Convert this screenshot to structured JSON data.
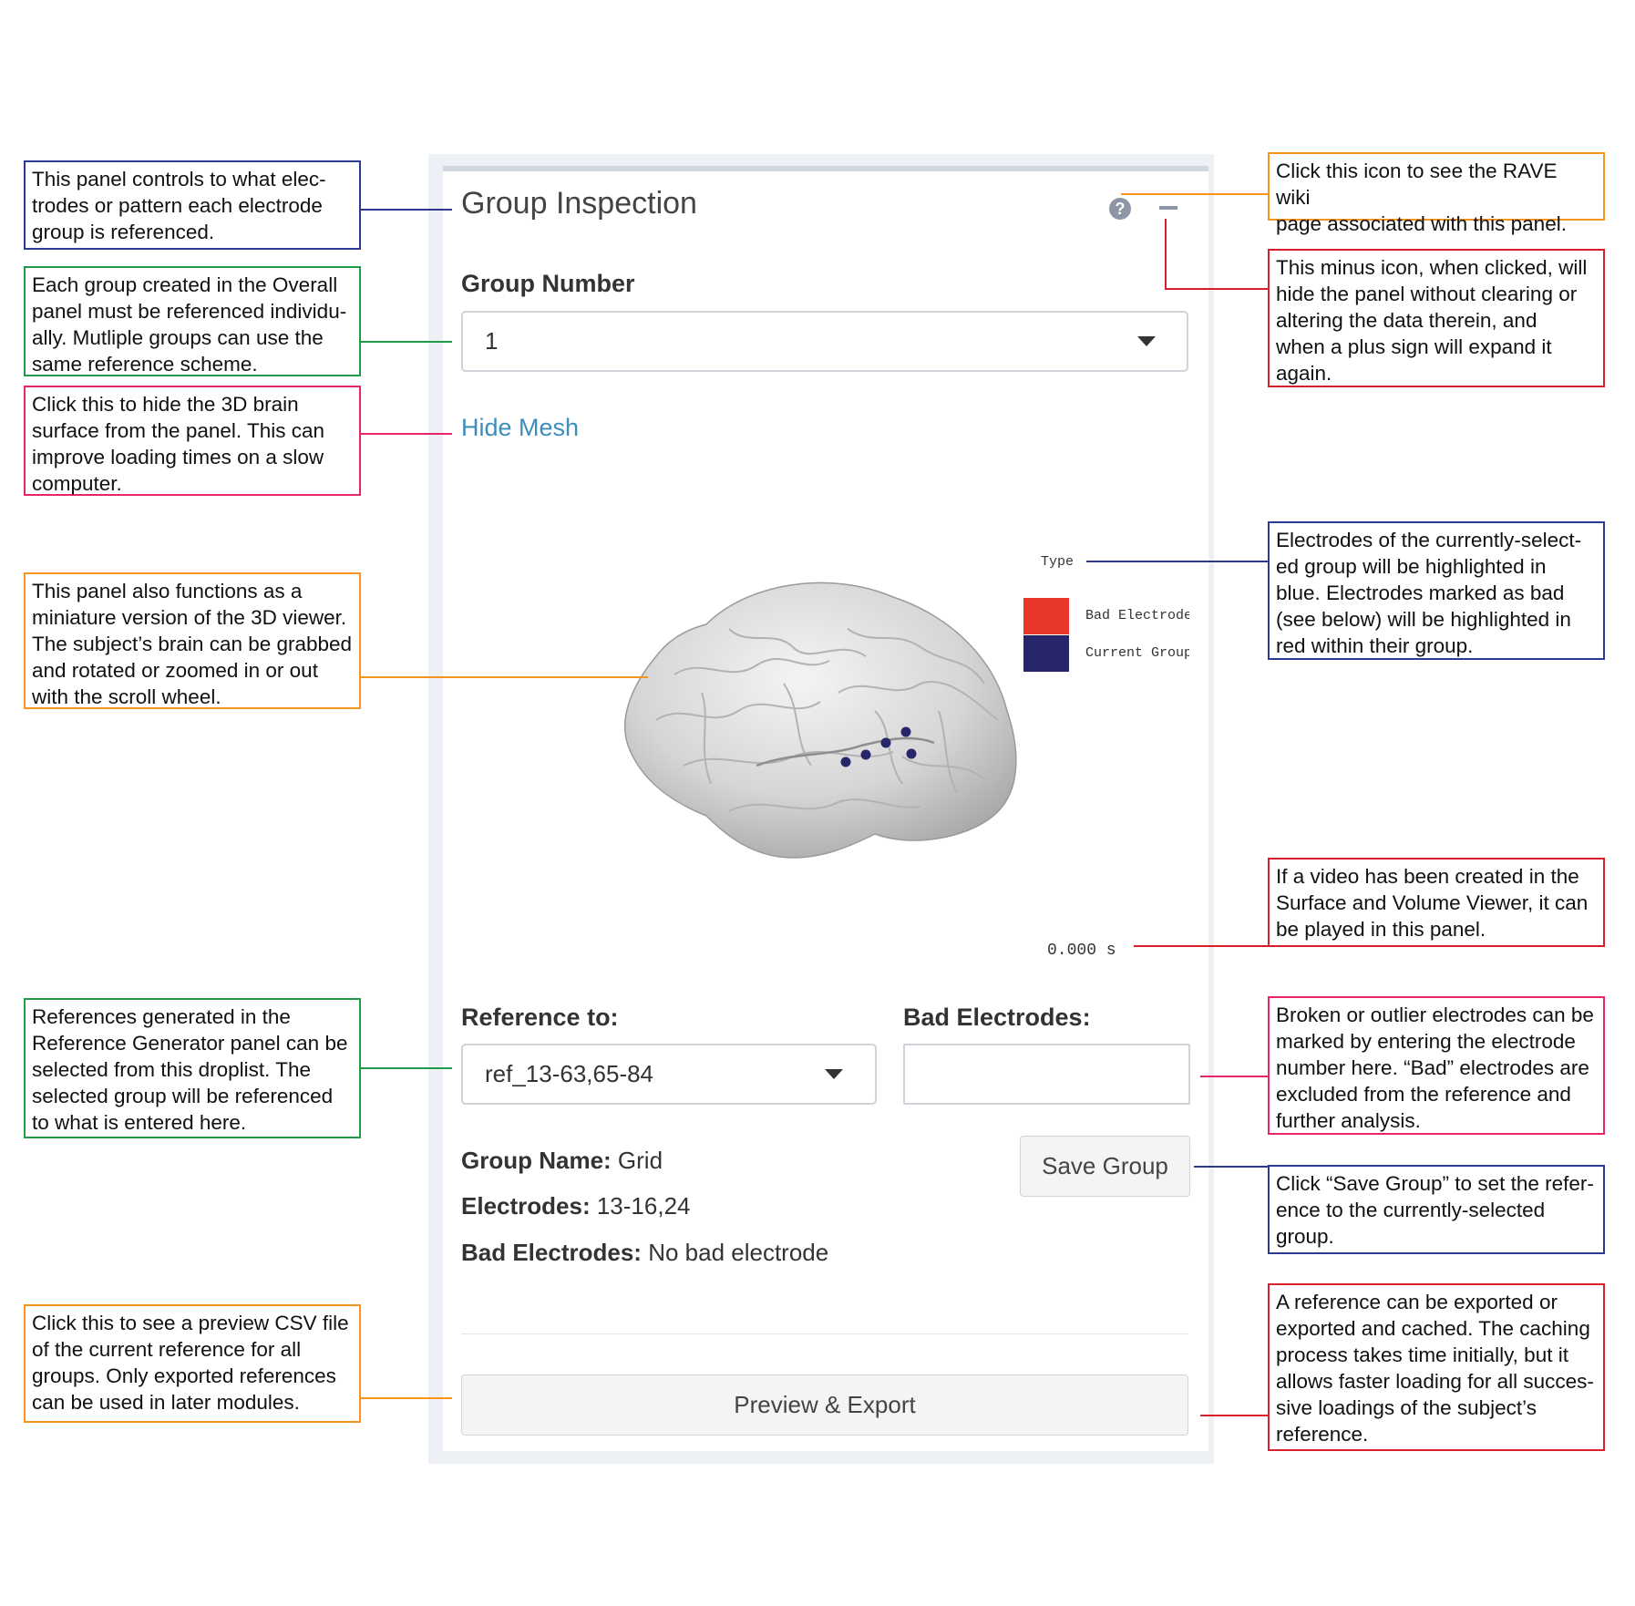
{
  "panel": {
    "title": "Group Inspection",
    "group_number_label": "Group Number",
    "group_number_value": "1",
    "hide_mesh_label": "Hide Mesh",
    "legend": {
      "title": "Type",
      "items": [
        {
          "label": "Bad Electrode",
          "color": "#e8362b"
        },
        {
          "label": "Current Group",
          "color": "#27266b"
        }
      ]
    },
    "time_label": "0.000 s",
    "reference_to_label": "Reference to:",
    "reference_to_value": "ref_13-63,65-84",
    "bad_electrodes_label": "Bad Electrodes:",
    "bad_electrodes_value": "",
    "save_group_label": "Save Group",
    "group_name_key": "Group Name:",
    "group_name_value": "Grid",
    "electrodes_key": "Electrodes:",
    "electrodes_value": "13-16,24",
    "bad_electrodes_key": "Bad Electrodes:",
    "bad_electrodes_info": "No bad electrode",
    "preview_export_label": "Preview & Export"
  },
  "annotations": {
    "panel_controls": [
      "This panel controls to what elec-",
      "trodes or pattern each electrode",
      "group is referenced."
    ],
    "group_number": [
      "Each group created in the Overall",
      "panel must be referenced individu-",
      "ally. Mutliple groups can use the",
      "same reference scheme."
    ],
    "hide_mesh": [
      "Click this to hide the 3D brain",
      "surface from the panel. This can",
      "improve loading times on a slow",
      "computer."
    ],
    "viewer": [
      "This panel also functions as a",
      "miniature version of the 3D viewer.",
      "The subject’s brain can be grabbed",
      "and rotated or zoomed in or out",
      "with the scroll wheel."
    ],
    "reference_droplist": [
      "References generated in the",
      "Reference Generator panel can be",
      "selected from this droplist. The",
      "selected group will be referenced",
      "to what is entered here."
    ],
    "preview_csv": [
      "Click this to see a preview CSV file",
      "of the current reference for all",
      "groups. Only exported references",
      "can be used in later modules."
    ],
    "help_icon": [
      "Click this icon to see the RAVE wiki",
      "page associated with this panel."
    ],
    "minus_icon": [
      "This minus icon, when clicked, will",
      "hide the panel without clearing or",
      "altering the data therein, and",
      "when a plus sign will expand it",
      "again."
    ],
    "electrode_colors": [
      "Electrodes of the currently-select-",
      "ed group will be highlighted in",
      "blue. Electrodes marked as bad",
      "(see below) will be highlighted in",
      "red within their group."
    ],
    "video": [
      "If a video has been created in the",
      "Surface and Volume Viewer, it can",
      "be played in this panel."
    ],
    "bad_electrodes": [
      "Broken or outlier electrodes can be",
      "marked by entering the electrode",
      "number here. “Bad” electrodes are",
      "excluded from the reference and",
      "further analysis."
    ],
    "save_group": [
      "Click “Save Group” to set the refer-",
      "ence to the currently-selected",
      "group."
    ],
    "export": [
      "A reference can be exported or",
      "exported and cached. The caching",
      "process takes time initially, but it",
      "allows faster loading for all succes-",
      "sive loadings of the subject’s",
      "reference."
    ]
  },
  "colors": {
    "blue": "#2b3990",
    "green": "#1f9a46",
    "pink": "#e8246d",
    "orange": "#f7941d",
    "red": "#d71f2b"
  }
}
